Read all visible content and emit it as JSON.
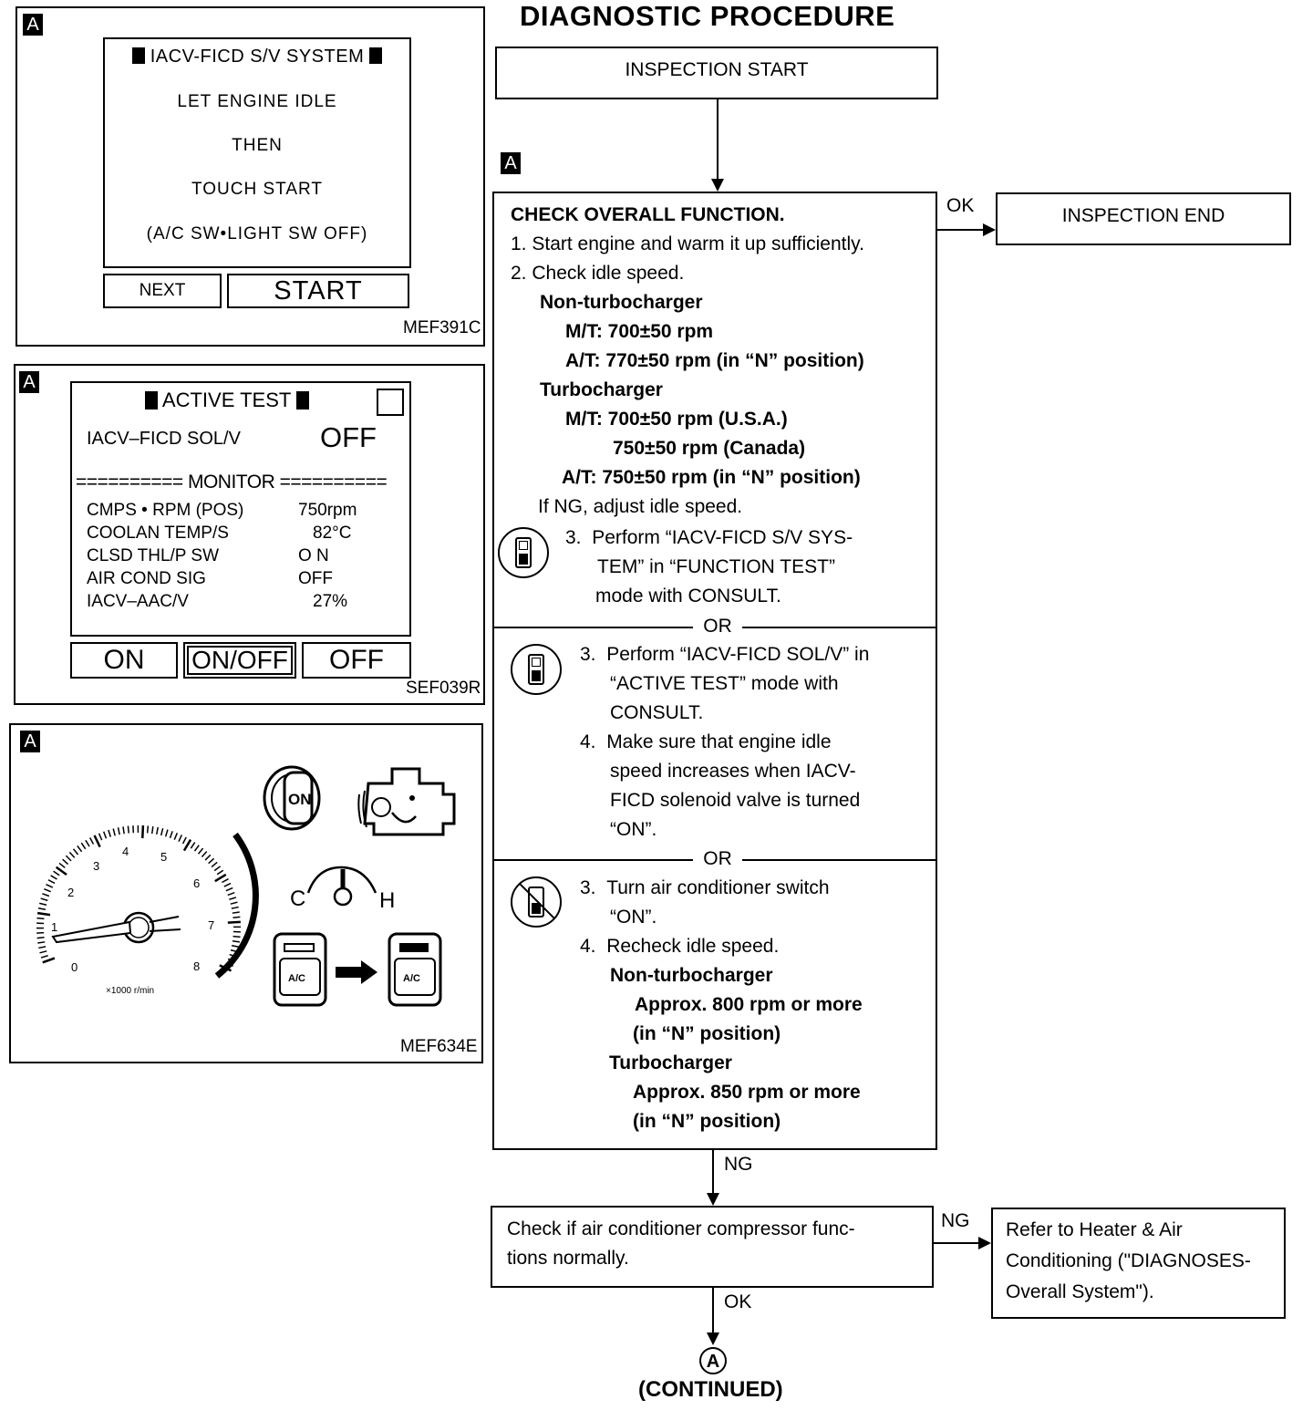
{
  "page_title": "DIAGNOSTIC PROCEDURE",
  "panel_tag": "A",
  "screen1": {
    "title": "IACV-FICD S/V SYSTEM",
    "line1": "LET ENGINE IDLE",
    "line2": "THEN",
    "line3": "TOUCH START",
    "line4": "(A/C SW•LIGHT SW OFF)",
    "next_button": "NEXT",
    "start_button": "START",
    "ref": "MEF391C"
  },
  "screen2": {
    "title": "ACTIVE TEST",
    "item_label": "IACV–FICD SOL/V",
    "item_value": "OFF",
    "monitor_label": "========== MONITOR ==========",
    "monitor_rows": [
      {
        "label": "CMPS • RPM (POS)",
        "value": "750rpm"
      },
      {
        "label": "COOLAN TEMP/S",
        "value": "82°C"
      },
      {
        "label": "CLSD THL/P SW",
        "value": "O N"
      },
      {
        "label": "AIR COND SIG",
        "value": "OFF"
      },
      {
        "label": "IACV–AAC/V",
        "value": "27%"
      }
    ],
    "buttons": [
      "ON",
      "ON/OFF",
      "OFF"
    ],
    "ref": "SEF039R"
  },
  "screen3": {
    "tach_numbers": [
      "0",
      "1",
      "2",
      "3",
      "4",
      "5",
      "6",
      "7",
      "8"
    ],
    "tach_unit": "×1000 r/min",
    "key_label": "ON",
    "temp_cold": "C",
    "temp_hot": "H",
    "ac_label": "A/C",
    "ref": "MEF634E"
  },
  "flow": {
    "start": "INSPECTION START",
    "end": "INSPECTION END",
    "ok": "OK",
    "ng": "NG",
    "or": "OR",
    "check_title": "CHECK OVERALL FUNCTION.",
    "step1": "1.  Start engine and warm it up sufficiently.",
    "step2": "2.  Check idle speed.",
    "non_turbo": "Non-turbocharger",
    "nt_mt": "M/T: 700±50 rpm",
    "nt_at": "A/T: 770±50 rpm (in “N” position)",
    "turbo": "Turbocharger",
    "t_mt": "M/T: 700±50 rpm (U.S.A.)",
    "t_mt2": "750±50 rpm (Canada)",
    "t_at": "A/T: 750±50 rpm (in “N” position)",
    "if_ng": "If NG, adjust idle speed.",
    "opt1_num": "3.",
    "opt1_l1": "Perform “IACV-FICD S/V SYS-",
    "opt1_l2": "TEM” in “FUNCTION TEST”",
    "opt1_l3": "mode with CONSULT.",
    "opt2_3_num": "3.",
    "opt2_3_l1": "Perform “IACV-FICD SOL/V” in",
    "opt2_3_l2": "“ACTIVE TEST” mode with",
    "opt2_3_l3": "CONSULT.",
    "opt2_4_num": "4.",
    "opt2_4_l1": "Make sure that engine idle",
    "opt2_4_l2": "speed increases when IACV-",
    "opt2_4_l3": "FICD solenoid valve is turned",
    "opt2_4_l4": "“ON”.",
    "opt3_3_num": "3.",
    "opt3_3_l1": "Turn air conditioner switch",
    "opt3_3_l2": "“ON”.",
    "opt3_4_num": "4.",
    "opt3_4_l1": "Recheck idle speed.",
    "opt3_nt": "Non-turbocharger",
    "opt3_nt_v1": "Approx. 800 rpm or more",
    "opt3_nt_v2": "(in “N” position)",
    "opt3_t": "Turbocharger",
    "opt3_t_v1": "Approx. 850 rpm or more",
    "opt3_t_v2": "(in “N” position)",
    "compressor_l1": "Check if air conditioner compressor func-",
    "compressor_l2": "tions normally.",
    "refer_l1": "Refer to Heater & Air",
    "refer_l2": "Conditioning (\"DIAGNOSES-",
    "refer_l3": "Overall System\").",
    "connector": "A",
    "continued": "(CONTINUED)"
  }
}
